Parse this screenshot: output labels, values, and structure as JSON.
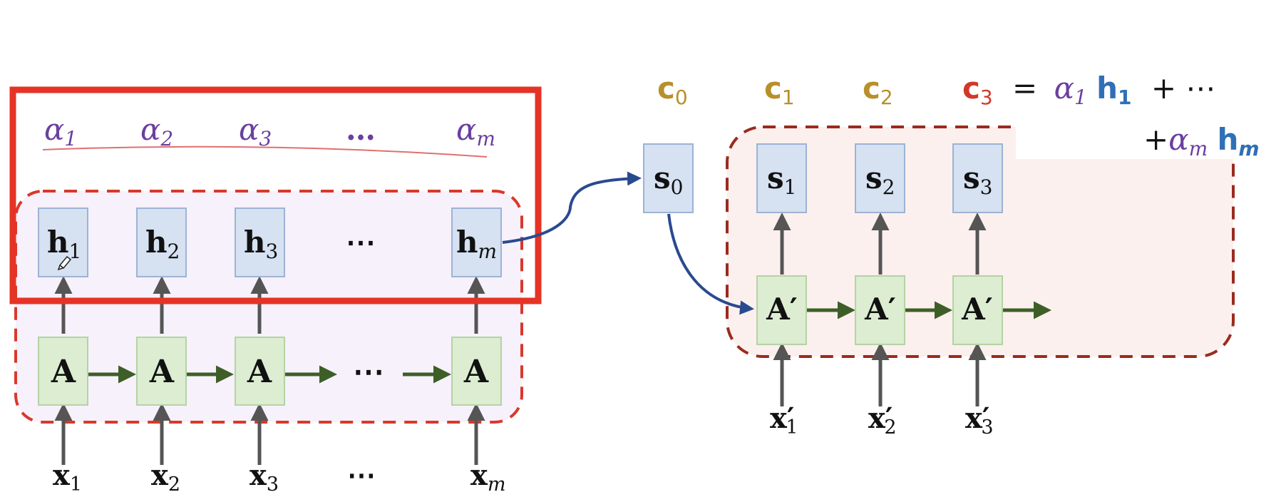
{
  "encoder": {
    "attention_weights": [
      {
        "sym": "α",
        "sub": "1"
      },
      {
        "sym": "α",
        "sub": "2"
      },
      {
        "sym": "α",
        "sub": "3"
      },
      {
        "sym": "…",
        "sub": ""
      },
      {
        "sym": "α",
        "sub": "m"
      }
    ],
    "hidden_states": [
      {
        "sym": "h",
        "sub": "1"
      },
      {
        "sym": "h",
        "sub": "2"
      },
      {
        "sym": "h",
        "sub": "3"
      },
      {
        "sym": "⋯",
        "sub": ""
      },
      {
        "sym": "h",
        "sub": "m"
      }
    ],
    "cells": [
      {
        "label": "A"
      },
      {
        "label": "A"
      },
      {
        "label": "A"
      },
      {
        "label": "⋯"
      },
      {
        "label": "A"
      }
    ],
    "inputs": [
      {
        "sym": "x",
        "sub": "1"
      },
      {
        "sym": "x",
        "sub": "2"
      },
      {
        "sym": "x",
        "sub": "3"
      },
      {
        "sym": "⋯",
        "sub": ""
      },
      {
        "sym": "x",
        "sub": "m"
      }
    ]
  },
  "decoder": {
    "contexts": [
      {
        "sym": "c",
        "sub": "0"
      },
      {
        "sym": "c",
        "sub": "1"
      },
      {
        "sym": "c",
        "sub": "2"
      },
      {
        "sym": "c",
        "sub": "3"
      }
    ],
    "initial_state": {
      "sym": "s",
      "sub": "0"
    },
    "states": [
      {
        "sym": "s",
        "sub": "1"
      },
      {
        "sym": "s",
        "sub": "2"
      },
      {
        "sym": "s",
        "sub": "3"
      }
    ],
    "cells": [
      {
        "label": "A′"
      },
      {
        "label": "A′"
      },
      {
        "label": "A′"
      }
    ],
    "inputs": [
      {
        "sym": "x′",
        "sub": "1"
      },
      {
        "sym": "x′",
        "sub": "2"
      },
      {
        "sym": "x′",
        "sub": "3"
      }
    ]
  },
  "formula": {
    "line1": {
      "equals": "=",
      "alpha": "α",
      "alpha_sub": "1",
      "h": "h",
      "h_sub": "1",
      "tail": "+ ⋯"
    },
    "line2": {
      "plus": "+",
      "alpha": "α",
      "alpha_sub": "m",
      "h": "h",
      "h_sub": "m"
    }
  },
  "colors": {
    "hidden_box_fill": "#d6e1f1",
    "hidden_box_stroke": "#9db3d4",
    "cell_box_fill": "#dcedd2",
    "cell_box_stroke": "#b5d3a3",
    "attention_frame": "#e53325",
    "encoder_dashed": "#d8392b",
    "decoder_dashed": "#9b2a1e",
    "recurrent_arrow": "#3d5f27",
    "vertical_arrow": "#555555",
    "init_arrow": "#2a4a8f",
    "alpha_purple": "#6a3fa0",
    "context_gold": "#b8902a",
    "context_red": "#d2382a",
    "h_blue": "#2f6fb6"
  }
}
